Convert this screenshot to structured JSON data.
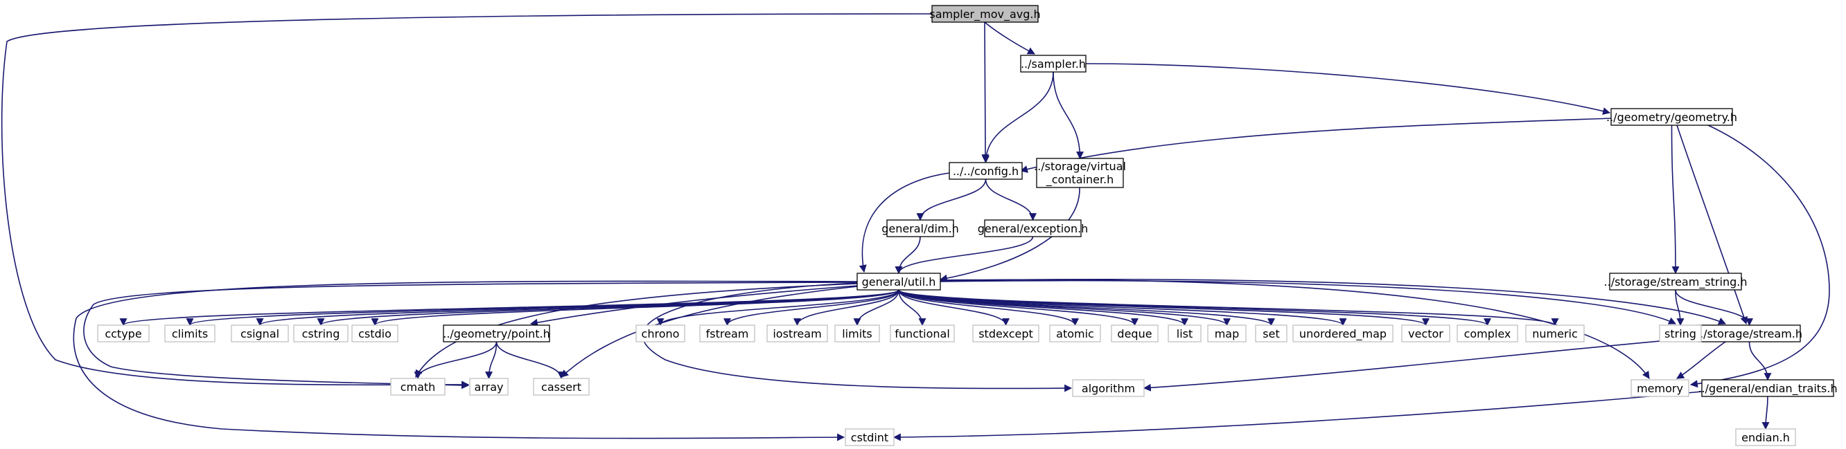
{
  "diagram": {
    "colors": {
      "edge": "#191970",
      "root_fill": "#bfbfbf",
      "root_stroke": "#000000",
      "file_stroke": "#000000",
      "system_stroke": "#bfbfbf",
      "text": "#000000"
    },
    "nodes": [
      {
        "id": "sampler_mov_avg",
        "label": "sampler_mov_avg.h",
        "kind": "root"
      },
      {
        "id": "sampler",
        "label": "../sampler.h",
        "kind": "file"
      },
      {
        "id": "geometry",
        "label": "../geometry/geometry.h",
        "kind": "file"
      },
      {
        "id": "config",
        "label": "../../config.h",
        "kind": "file"
      },
      {
        "id": "virtual_container",
        "label": "../storage/virtual_container.h",
        "lines": [
          "../storage/virtual",
          "_container.h"
        ],
        "kind": "file"
      },
      {
        "id": "dim",
        "label": "general/dim.h",
        "kind": "file"
      },
      {
        "id": "exception",
        "label": "general/exception.h",
        "kind": "file"
      },
      {
        "id": "util",
        "label": "general/util.h",
        "kind": "file"
      },
      {
        "id": "stream_string",
        "label": "../storage/stream_string.h",
        "kind": "file"
      },
      {
        "id": "point",
        "label": "../geometry/point.h",
        "kind": "file"
      },
      {
        "id": "stream",
        "label": "../storage/stream.h",
        "kind": "file"
      },
      {
        "id": "endian_traits",
        "label": "../general/endian_traits.h",
        "kind": "file"
      },
      {
        "id": "cctype",
        "label": "cctype",
        "kind": "system"
      },
      {
        "id": "climits",
        "label": "climits",
        "kind": "system"
      },
      {
        "id": "csignal",
        "label": "csignal",
        "kind": "system"
      },
      {
        "id": "cstring",
        "label": "cstring",
        "kind": "system"
      },
      {
        "id": "cstdio",
        "label": "cstdio",
        "kind": "system"
      },
      {
        "id": "chrono",
        "label": "chrono",
        "kind": "system"
      },
      {
        "id": "fstream",
        "label": "fstream",
        "kind": "system"
      },
      {
        "id": "iostream",
        "label": "iostream",
        "kind": "system"
      },
      {
        "id": "limits",
        "label": "limits",
        "kind": "system"
      },
      {
        "id": "functional",
        "label": "functional",
        "kind": "system"
      },
      {
        "id": "stdexcept",
        "label": "stdexcept",
        "kind": "system"
      },
      {
        "id": "atomic",
        "label": "atomic",
        "kind": "system"
      },
      {
        "id": "deque",
        "label": "deque",
        "kind": "system"
      },
      {
        "id": "list",
        "label": "list",
        "kind": "system"
      },
      {
        "id": "map",
        "label": "map",
        "kind": "system"
      },
      {
        "id": "set",
        "label": "set",
        "kind": "system"
      },
      {
        "id": "unordered_map",
        "label": "unordered_map",
        "kind": "system"
      },
      {
        "id": "vector",
        "label": "vector",
        "kind": "system"
      },
      {
        "id": "complex",
        "label": "complex",
        "kind": "system"
      },
      {
        "id": "numeric",
        "label": "numeric",
        "kind": "system"
      },
      {
        "id": "string",
        "label": "string",
        "kind": "system"
      },
      {
        "id": "cmath",
        "label": "cmath",
        "kind": "system"
      },
      {
        "id": "array",
        "label": "array",
        "kind": "system"
      },
      {
        "id": "cassert",
        "label": "cassert",
        "kind": "system"
      },
      {
        "id": "algorithm",
        "label": "algorithm",
        "kind": "system"
      },
      {
        "id": "memory",
        "label": "memory",
        "kind": "system"
      },
      {
        "id": "cstdint",
        "label": "cstdint",
        "kind": "system"
      },
      {
        "id": "endian",
        "label": "endian.h",
        "kind": "system"
      }
    ],
    "edges": [
      [
        "sampler_mov_avg",
        "sampler"
      ],
      [
        "sampler_mov_avg",
        "config"
      ],
      [
        "sampler_mov_avg",
        "array"
      ],
      [
        "sampler",
        "config"
      ],
      [
        "sampler",
        "virtual_container"
      ],
      [
        "sampler",
        "geometry"
      ],
      [
        "geometry",
        "config"
      ],
      [
        "geometry",
        "stream_string"
      ],
      [
        "geometry",
        "stream"
      ],
      [
        "geometry",
        "memory"
      ],
      [
        "config",
        "dim"
      ],
      [
        "config",
        "exception"
      ],
      [
        "config",
        "util"
      ],
      [
        "virtual_container",
        "util"
      ],
      [
        "dim",
        "util"
      ],
      [
        "exception",
        "util"
      ],
      [
        "util",
        "cctype"
      ],
      [
        "util",
        "climits"
      ],
      [
        "util",
        "csignal"
      ],
      [
        "util",
        "cstring"
      ],
      [
        "util",
        "cstdio"
      ],
      [
        "util",
        "point"
      ],
      [
        "util",
        "cmath"
      ],
      [
        "util",
        "array"
      ],
      [
        "util",
        "cassert"
      ],
      [
        "util",
        "algorithm"
      ],
      [
        "util",
        "chrono"
      ],
      [
        "util",
        "fstream"
      ],
      [
        "util",
        "iostream"
      ],
      [
        "util",
        "limits"
      ],
      [
        "util",
        "functional"
      ],
      [
        "util",
        "stdexcept"
      ],
      [
        "util",
        "atomic"
      ],
      [
        "util",
        "deque"
      ],
      [
        "util",
        "list"
      ],
      [
        "util",
        "map"
      ],
      [
        "util",
        "set"
      ],
      [
        "util",
        "unordered_map"
      ],
      [
        "util",
        "vector"
      ],
      [
        "util",
        "complex"
      ],
      [
        "util",
        "numeric"
      ],
      [
        "util",
        "string"
      ],
      [
        "util",
        "stream"
      ],
      [
        "util",
        "memory"
      ],
      [
        "util",
        "cstdint"
      ],
      [
        "point",
        "cmath"
      ],
      [
        "point",
        "array"
      ],
      [
        "point",
        "cassert"
      ],
      [
        "stream_string",
        "string"
      ],
      [
        "stream_string",
        "stream"
      ],
      [
        "stream",
        "algorithm"
      ],
      [
        "stream",
        "memory"
      ],
      [
        "stream",
        "endian_traits"
      ],
      [
        "endian_traits",
        "cstdint"
      ],
      [
        "endian_traits",
        "endian"
      ]
    ]
  }
}
